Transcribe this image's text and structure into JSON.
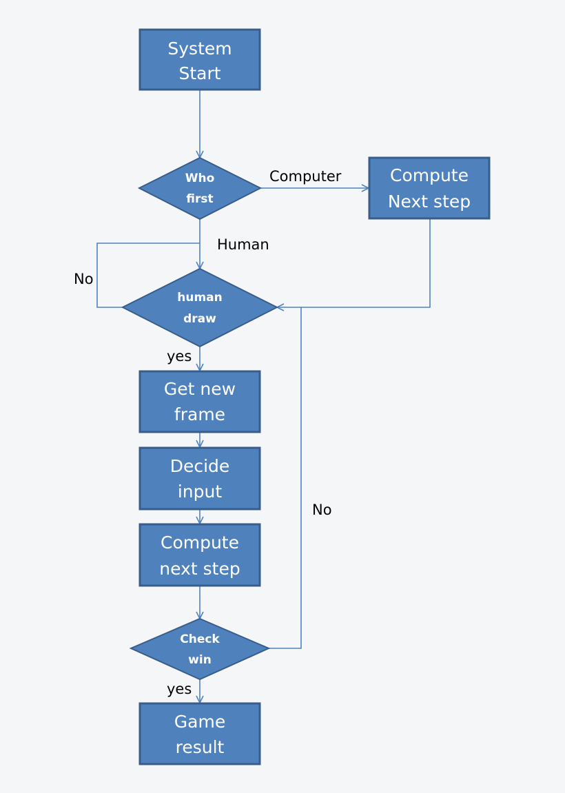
{
  "colors": {
    "node_fill": "#4f81bd",
    "node_stroke": "#385d8a",
    "edge": "#4f81bd",
    "background": "#f5f6f8"
  },
  "nodes": {
    "start": {
      "line1": "System",
      "line2": "Start"
    },
    "who_first": {
      "line1": "Who",
      "line2": "first"
    },
    "compute_next_top": {
      "line1": "Compute",
      "line2": "Next step"
    },
    "human_draw": {
      "line1": "human",
      "line2": "draw"
    },
    "get_frame": {
      "line1": "Get new",
      "line2": "frame"
    },
    "decide_input": {
      "line1": "Decide",
      "line2": "input"
    },
    "compute_next": {
      "line1": "Compute",
      "line2": "next step"
    },
    "check_win": {
      "line1": "Check",
      "line2": "win"
    },
    "game_result": {
      "line1": "Game",
      "line2": "result"
    }
  },
  "edge_labels": {
    "computer": "Computer",
    "human": "Human",
    "no_left": "No",
    "yes_draw": "yes",
    "no_right": "No",
    "yes_win": "yes"
  }
}
